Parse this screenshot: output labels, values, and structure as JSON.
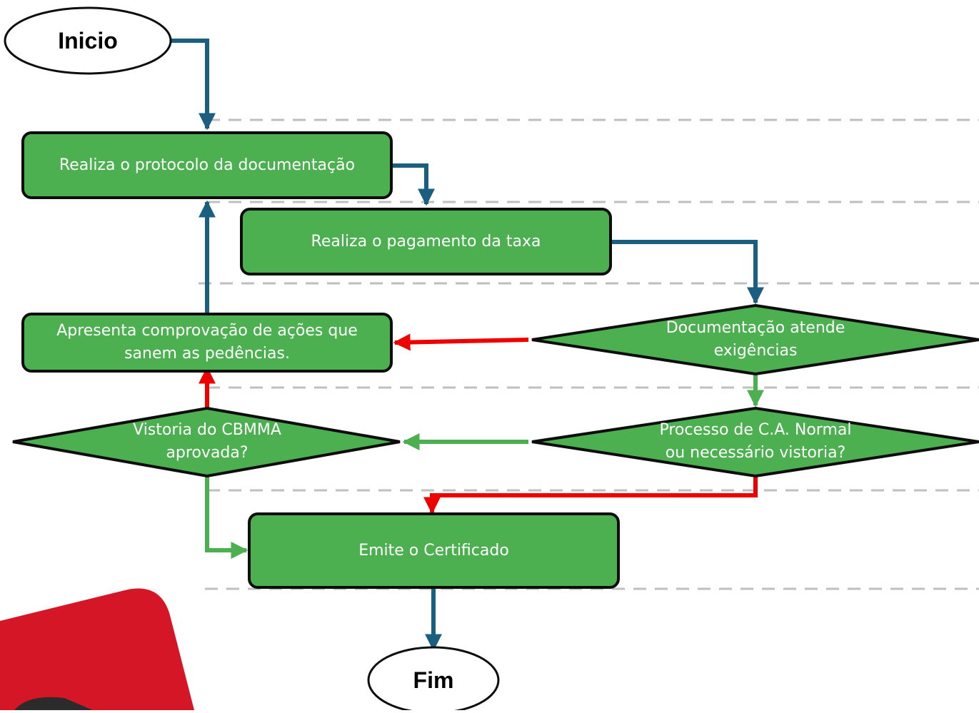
{
  "colors": {
    "process_fill": "#4caf50",
    "outline": "#0d0d0d",
    "flow_blue": "#1a5e80",
    "flow_red": "#ee0000",
    "flow_green": "#4caf50",
    "lane_divider": "#bfbfbf",
    "corner_decoration": "#d41626"
  },
  "nodes": {
    "start": "Inicio",
    "protocolo": "Realiza o protocolo da documentação",
    "pagamento": "Realiza o pagamento da taxa",
    "comprovacao_line1": "Apresenta comprovação de ações que",
    "comprovacao_line2": "sanem as pedências.",
    "decisao_doc_line1": "Documentação atende",
    "decisao_doc_line2": "exigências",
    "decisao_processo_line1": "Processo de C.A. Normal",
    "decisao_processo_line2": "ou necessário vistoria?",
    "decisao_vistoria_line1": "Vistoria do CBMMA",
    "decisao_vistoria_line2": "aprovada?",
    "certificado": "Emite o Certificado",
    "end": "Fim"
  }
}
